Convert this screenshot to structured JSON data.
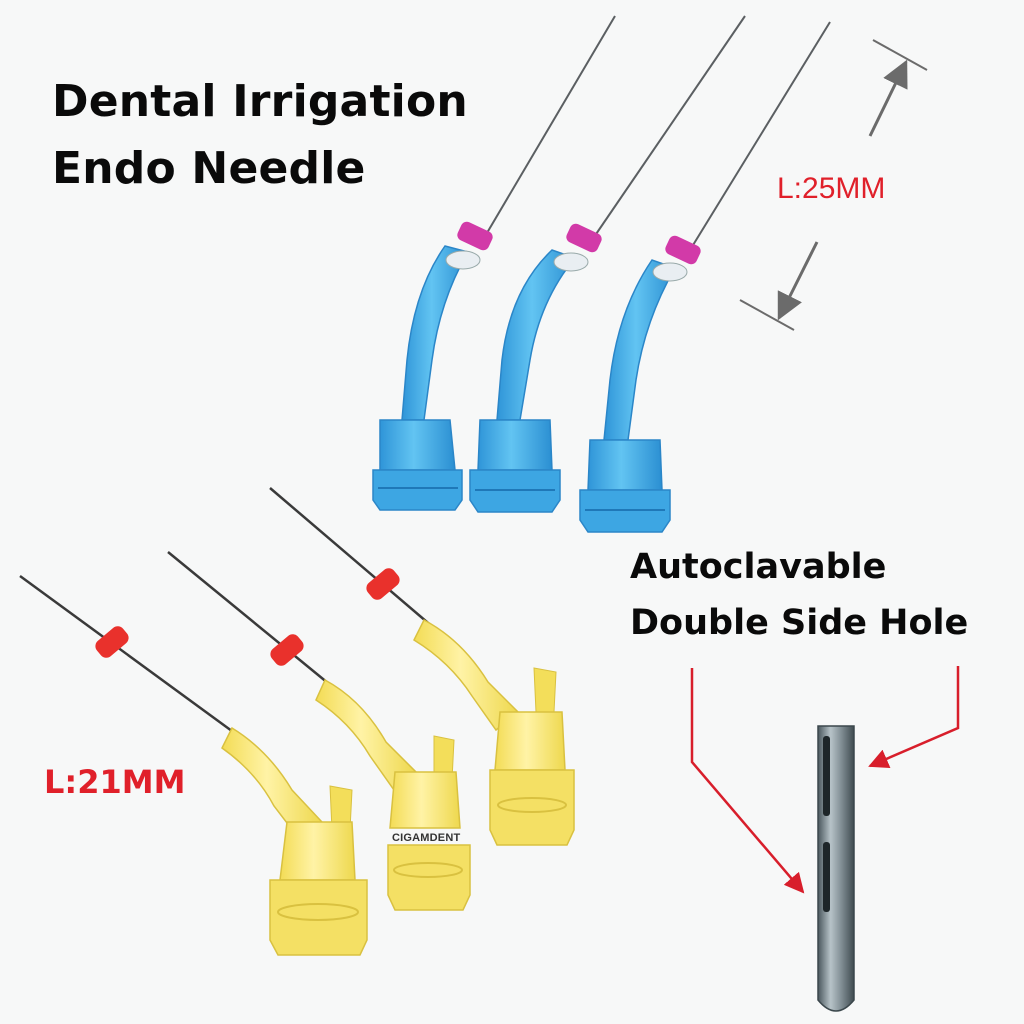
{
  "title": {
    "line1": "Dental Irrigation",
    "line2": "Endo Needle"
  },
  "labels": {
    "length_top": "L:25MM",
    "length_bottom": "L:21MM"
  },
  "features": {
    "line1": "Autoclavable",
    "line2": "Double Side Hole"
  },
  "brand": "CIGAMDENT",
  "products": {
    "top_row": {
      "count": 3,
      "hub_color": "#3aa7e4",
      "stopper_color": "#d23aa8"
    },
    "bottom_row": {
      "count": 3,
      "hub_color": "#f6e56e",
      "stopper_color": "#e9312c"
    }
  },
  "colors": {
    "label_red": "#e0202a",
    "pointer_red": "#d81e2b",
    "needle_tip": "#6d7a80"
  }
}
